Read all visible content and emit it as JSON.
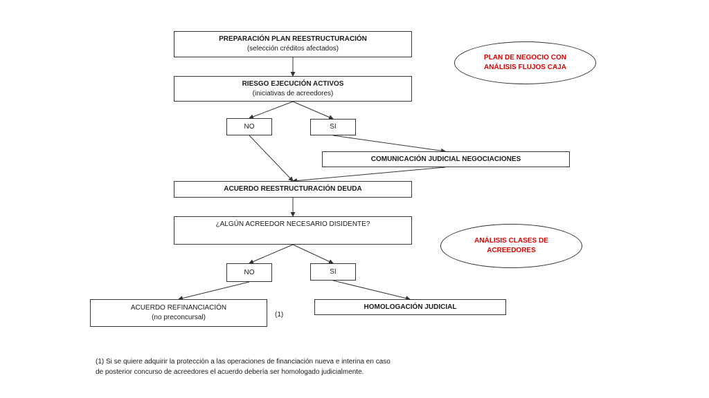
{
  "nodes": {
    "preparacion": {
      "title": "PREPARACIÓN PLAN REESTRUCTURACIÓN",
      "sub": "(selección créditos afectados)"
    },
    "riesgo": {
      "title": "RIESGO EJECUCIÓN ACTIVOS",
      "sub": "(iniciativas de acreedores)"
    },
    "no1": "NO",
    "si1": "SI",
    "comunicacion": "COMUNICACIÓN JUDICIAL NEGOCIACIONES",
    "acuerdo": "ACUERDO REESTRUCTURACIÓN DEUDA",
    "pregunta": "¿ALGÚN ACREEDOR NECESARIO DISIDENTE?",
    "no2": "NO",
    "si2": "SI",
    "refinanciacion": {
      "title": "ACUERDO REFINANCIACIÓN",
      "sub": "(no preconcursal)"
    },
    "homologacion": "HOMOLOGACIÓN JUDICIAL",
    "footnote_ref": "(1)"
  },
  "ellipses": {
    "plan": {
      "line1": "PLAN DE NEGOCIO CON",
      "line2": "ANÁLISIS FLUJOS CAJA"
    },
    "clases": {
      "line1": "ANÁLISIS CLASES DE",
      "line2": "ACREEDORES"
    }
  },
  "footnote": {
    "line1": "(1)  Si se quiere adquirir la protección a las operaciones de financiación nueva e interina en caso",
    "line2": "de posterior concurso de acreedores el acuerdo debería ser homologado judicialmente."
  },
  "colors": {
    "accent": "#e00000",
    "line": "#333333"
  }
}
